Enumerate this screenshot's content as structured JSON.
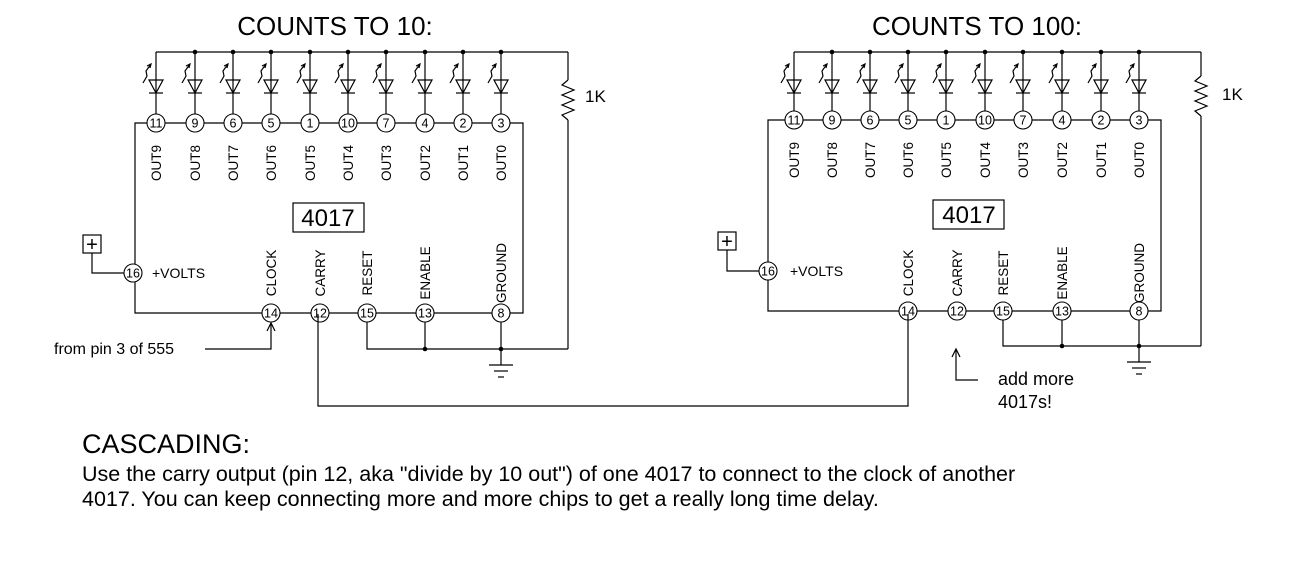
{
  "circuits": [
    {
      "title": "COUNTS TO 10:",
      "chip": "4017",
      "resistor": "1K",
      "supply_symbol": "+",
      "supply_label": "+VOLTS",
      "supply_pin": "16",
      "outputs": [
        {
          "name": "OUT9",
          "pin": "11"
        },
        {
          "name": "OUT8",
          "pin": "9"
        },
        {
          "name": "OUT7",
          "pin": "6"
        },
        {
          "name": "OUT6",
          "pin": "5"
        },
        {
          "name": "OUT5",
          "pin": "1"
        },
        {
          "name": "OUT4",
          "pin": "10"
        },
        {
          "name": "OUT3",
          "pin": "7"
        },
        {
          "name": "OUT2",
          "pin": "4"
        },
        {
          "name": "OUT1",
          "pin": "2"
        },
        {
          "name": "OUT0",
          "pin": "3"
        }
      ],
      "inputs": [
        {
          "name": "CLOCK",
          "pin": "14"
        },
        {
          "name": "CARRY",
          "pin": "12"
        },
        {
          "name": "RESET",
          "pin": "15"
        },
        {
          "name": "ENABLE",
          "pin": "13"
        },
        {
          "name": "GROUND",
          "pin": "8"
        }
      ],
      "note": "from pin 3 of 555"
    },
    {
      "title": "COUNTS TO 100:",
      "chip": "4017",
      "resistor": "1K",
      "supply_symbol": "+",
      "supply_label": "+VOLTS",
      "supply_pin": "16",
      "outputs": [
        {
          "name": "OUT9",
          "pin": "11"
        },
        {
          "name": "OUT8",
          "pin": "9"
        },
        {
          "name": "OUT7",
          "pin": "6"
        },
        {
          "name": "OUT6",
          "pin": "5"
        },
        {
          "name": "OUT5",
          "pin": "1"
        },
        {
          "name": "OUT4",
          "pin": "10"
        },
        {
          "name": "OUT3",
          "pin": "7"
        },
        {
          "name": "OUT2",
          "pin": "4"
        },
        {
          "name": "OUT1",
          "pin": "2"
        },
        {
          "name": "OUT0",
          "pin": "3"
        }
      ],
      "inputs": [
        {
          "name": "CLOCK",
          "pin": "14"
        },
        {
          "name": "CARRY",
          "pin": "12"
        },
        {
          "name": "RESET",
          "pin": "15"
        },
        {
          "name": "ENABLE",
          "pin": "13"
        },
        {
          "name": "GROUND",
          "pin": "8"
        }
      ],
      "note_lines": [
        "add more",
        "4017s!"
      ]
    }
  ],
  "caption": {
    "title": "CASCADING:",
    "text": "Use the carry output (pin 12, aka \"divide by 10 out\") of one 4017 to connect to the clock of another 4017. You can keep connecting more and more chips to get a really long time delay."
  }
}
